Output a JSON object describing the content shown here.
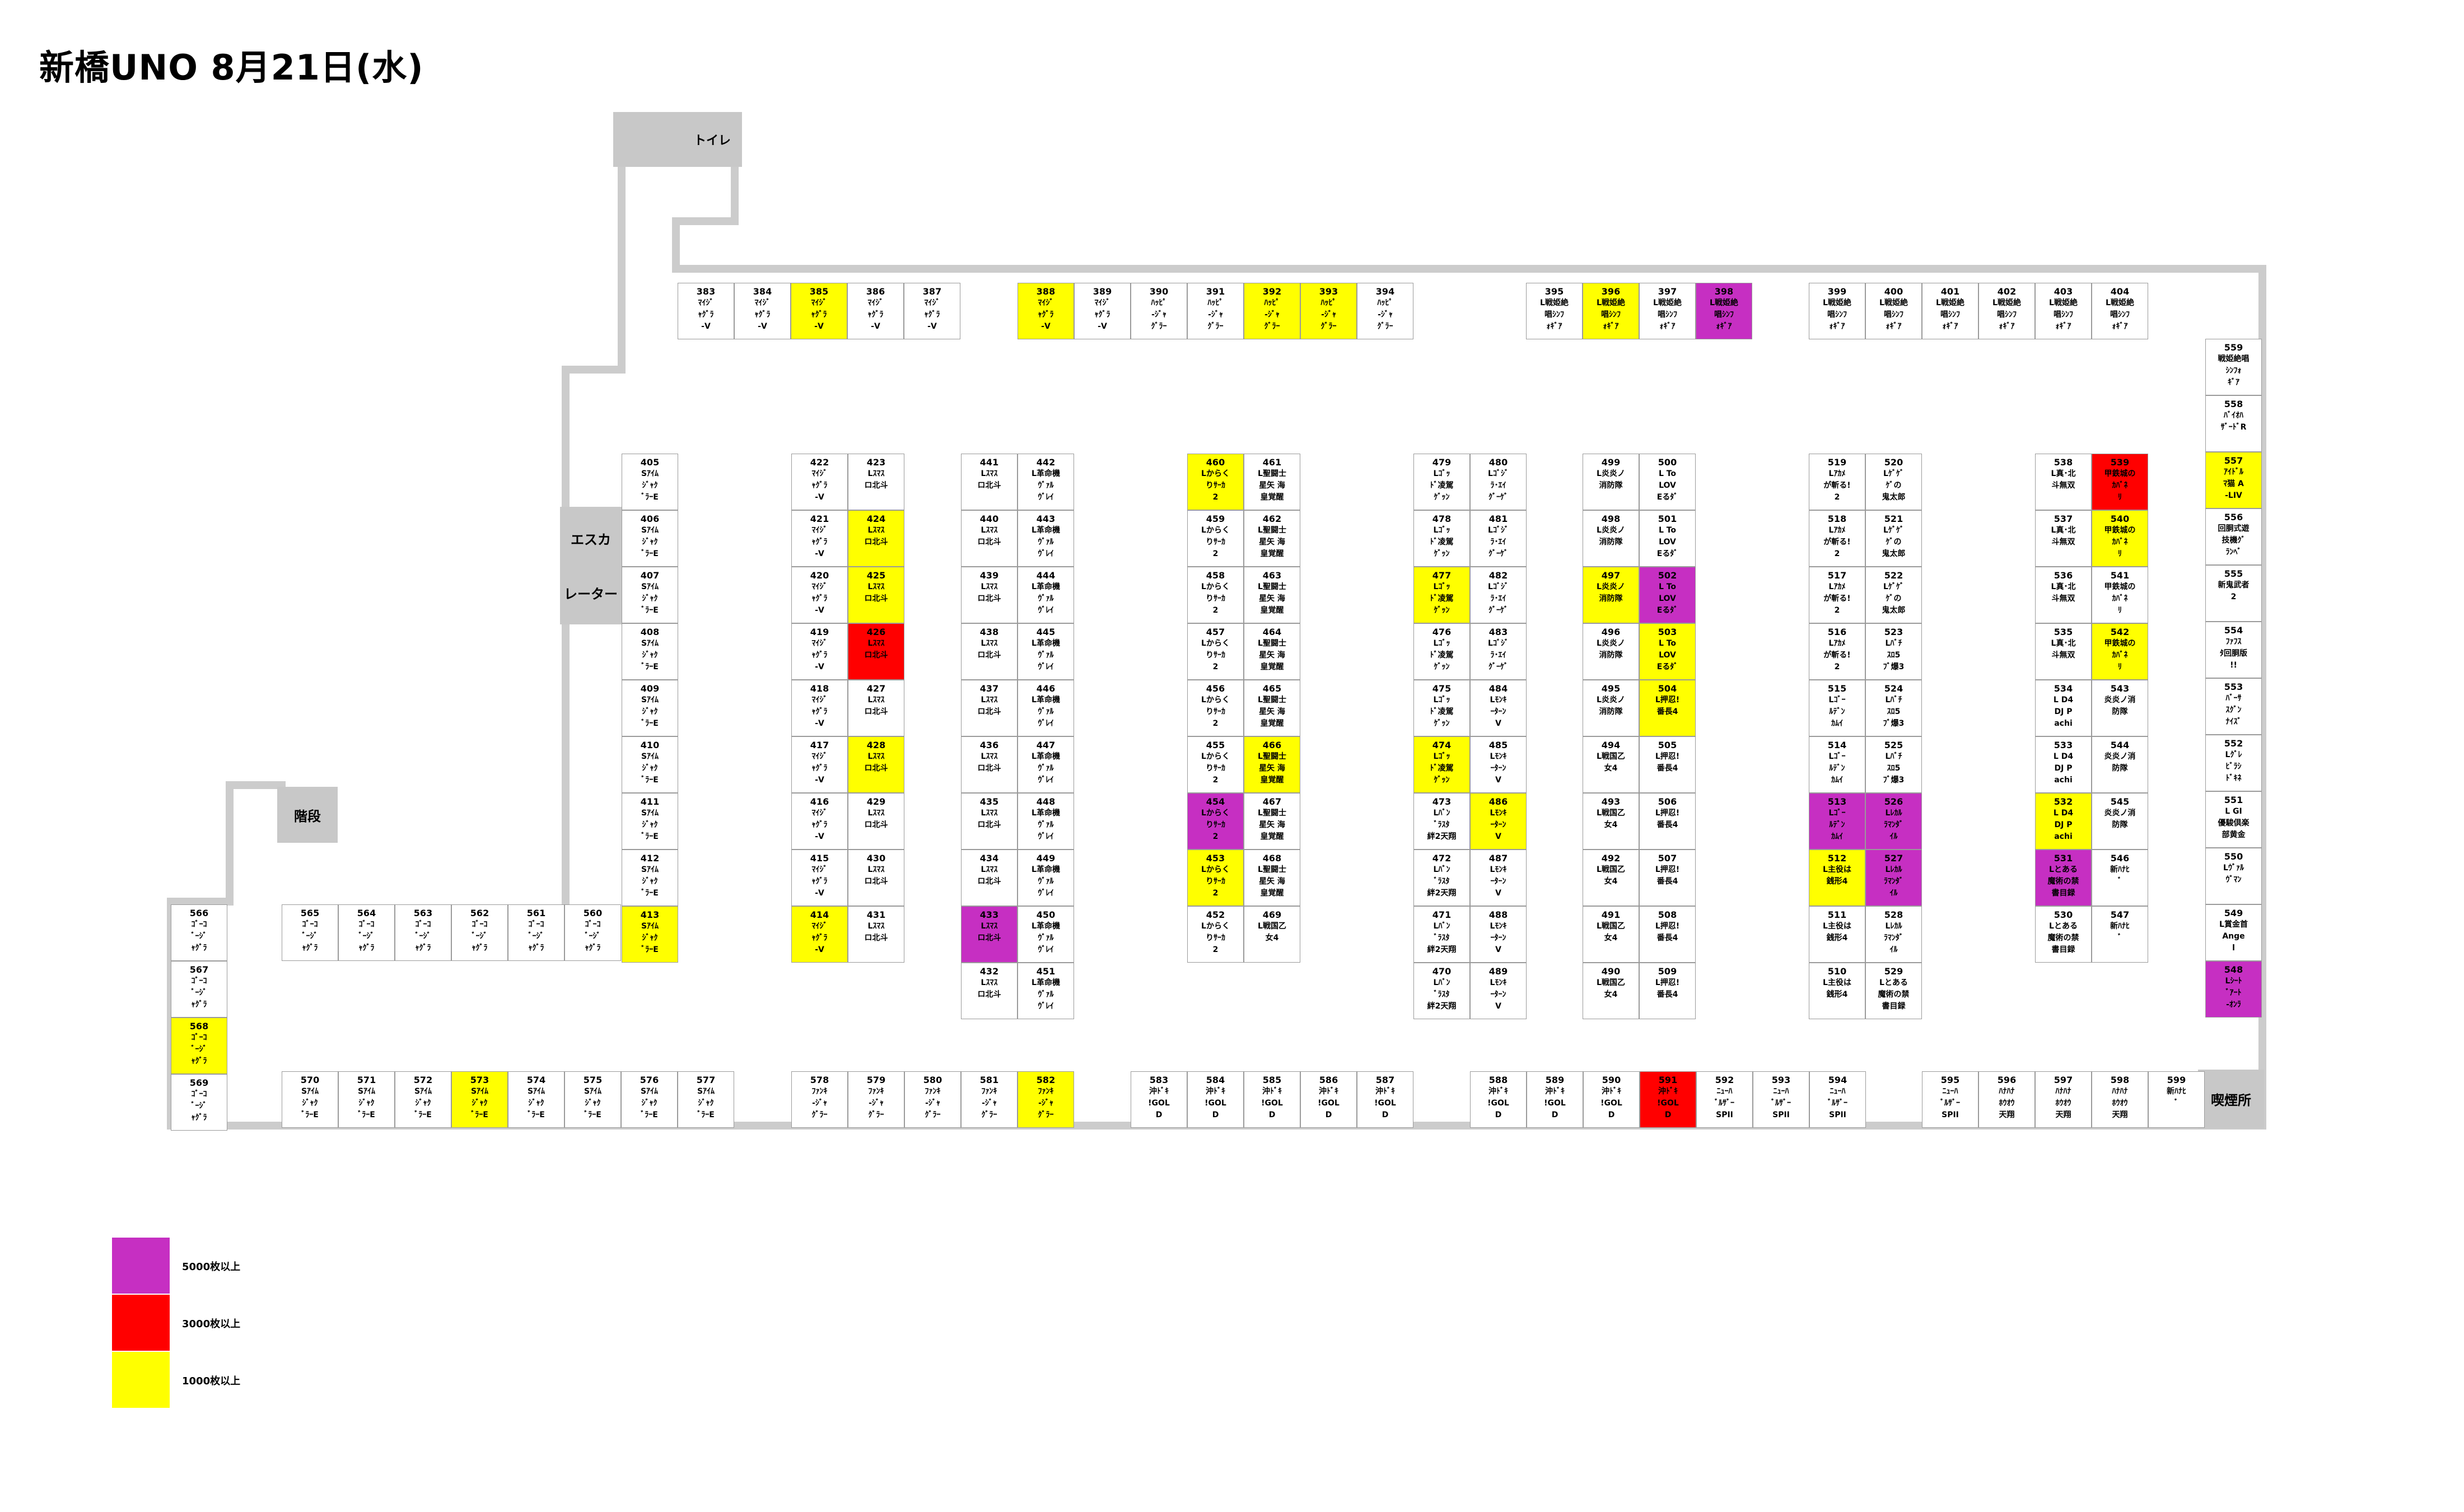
{
  "title": "新橋UNO 8月21日(水)",
  "colors": {
    "tier5000": "#c62fc2",
    "tier3000": "#ff0000",
    "tier1000": "#ffff00",
    "none": "#ffffff"
  },
  "labels": {
    "toilet": "トイレ",
    "esca1": "エスカ",
    "esca2": "レーター",
    "stairs": "階段",
    "smoking": "喫煙所"
  },
  "legend": [
    {
      "tier": "tier5000",
      "label": "5000枚以上"
    },
    {
      "tier": "tier3000",
      "label": "3000枚以上"
    },
    {
      "tier": "tier1000",
      "label": "1000枚以上"
    }
  ],
  "machines": [
    {
      "n": "383",
      "t": "ﾏｲｼﾞ\nｬｸﾞﾗ\n-V",
      "tier": "none"
    },
    {
      "n": "384",
      "t": "ﾏｲｼﾞ\nｬｸﾞﾗ\n-V",
      "tier": "none"
    },
    {
      "n": "385",
      "t": "ﾏｲｼﾞ\nｬｸﾞﾗ\n-V",
      "tier": "tier1000"
    },
    {
      "n": "386",
      "t": "ﾏｲｼﾞ\nｬｸﾞﾗ\n-V",
      "tier": "none"
    },
    {
      "n": "387",
      "t": "ﾏｲｼﾞ\nｬｸﾞﾗ\n-V",
      "tier": "none"
    },
    {
      "n": "388",
      "t": "ﾏｲｼﾞ\nｬｸﾞﾗ\n-V",
      "tier": "tier1000"
    },
    {
      "n": "389",
      "t": "ﾏｲｼﾞ\nｬｸﾞﾗ\n-V",
      "tier": "none"
    },
    {
      "n": "390",
      "t": "ﾊｯﾋﾟ\n-ｼﾞｬ\nｸﾞﾗｰ",
      "tier": "none"
    },
    {
      "n": "391",
      "t": "ﾊｯﾋﾟ\n-ｼﾞｬ\nｸﾞﾗｰ",
      "tier": "none"
    },
    {
      "n": "392",
      "t": "ﾊｯﾋﾟ\n-ｼﾞｬ\nｸﾞﾗｰ",
      "tier": "tier1000"
    },
    {
      "n": "393",
      "t": "ﾊｯﾋﾟ\n-ｼﾞｬ\nｸﾞﾗｰ",
      "tier": "tier1000"
    },
    {
      "n": "394",
      "t": "ﾊｯﾋﾟ\n-ｼﾞｬ\nｸﾞﾗｰ",
      "tier": "none"
    },
    {
      "n": "395",
      "t": "L戦姫絶\n唱ｼﾝﾌ\nｫｷﾞｱ",
      "tier": "none"
    },
    {
      "n": "396",
      "t": "L戦姫絶\n唱ｼﾝﾌ\nｫｷﾞｱ",
      "tier": "tier1000"
    },
    {
      "n": "397",
      "t": "L戦姫絶\n唱ｼﾝﾌ\nｫｷﾞｱ",
      "tier": "none"
    },
    {
      "n": "398",
      "t": "L戦姫絶\n唱ｼﾝﾌ\nｫｷﾞｱ",
      "tier": "tier5000"
    },
    {
      "n": "399",
      "t": "L戦姫絶\n唱ｼﾝﾌ\nｫｷﾞｱ",
      "tier": "none"
    },
    {
      "n": "400",
      "t": "L戦姫絶\n唱ｼﾝﾌ\nｫｷﾞｱ",
      "tier": "none"
    },
    {
      "n": "401",
      "t": "L戦姫絶\n唱ｼﾝﾌ\nｫｷﾞｱ",
      "tier": "none"
    },
    {
      "n": "402",
      "t": "L戦姫絶\n唱ｼﾝﾌ\nｫｷﾞｱ",
      "tier": "none"
    },
    {
      "n": "403",
      "t": "L戦姫絶\n唱ｼﾝﾌ\nｫｷﾞｱ",
      "tier": "none"
    },
    {
      "n": "404",
      "t": "L戦姫絶\n唱ｼﾝﾌ\nｫｷﾞｱ",
      "tier": "none"
    },
    {
      "n": "405",
      "t": "Sｱｲﾑ\nｼﾞｬｸ\nﾞﾗｰE",
      "tier": "none"
    },
    {
      "n": "406",
      "t": "Sｱｲﾑ\nｼﾞｬｸ\nﾞﾗｰE",
      "tier": "none"
    },
    {
      "n": "407",
      "t": "Sｱｲﾑ\nｼﾞｬｸ\nﾞﾗｰE",
      "tier": "none"
    },
    {
      "n": "408",
      "t": "Sｱｲﾑ\nｼﾞｬｸ\nﾞﾗｰE",
      "tier": "none"
    },
    {
      "n": "409",
      "t": "Sｱｲﾑ\nｼﾞｬｸ\nﾞﾗｰE",
      "tier": "none"
    },
    {
      "n": "410",
      "t": "Sｱｲﾑ\nｼﾞｬｸ\nﾞﾗｰE",
      "tier": "none"
    },
    {
      "n": "411",
      "t": "Sｱｲﾑ\nｼﾞｬｸ\nﾞﾗｰE",
      "tier": "none"
    },
    {
      "n": "412",
      "t": "Sｱｲﾑ\nｼﾞｬｸ\nﾞﾗｰE",
      "tier": "none"
    },
    {
      "n": "413",
      "t": "Sｱｲﾑ\nｼﾞｬｸ\nﾞﾗｰE",
      "tier": "tier1000"
    },
    {
      "n": "422",
      "t": "ﾏｲｼﾞ\nｬｸﾞﾗ\n-V",
      "tier": "none"
    },
    {
      "n": "421",
      "t": "ﾏｲｼﾞ\nｬｸﾞﾗ\n-V",
      "tier": "none"
    },
    {
      "n": "420",
      "t": "ﾏｲｼﾞ\nｬｸﾞﾗ\n-V",
      "tier": "none"
    },
    {
      "n": "419",
      "t": "ﾏｲｼﾞ\nｬｸﾞﾗ\n-V",
      "tier": "none"
    },
    {
      "n": "418",
      "t": "ﾏｲｼﾞ\nｬｸﾞﾗ\n-V",
      "tier": "none"
    },
    {
      "n": "417",
      "t": "ﾏｲｼﾞ\nｬｸﾞﾗ\n-V",
      "tier": "none"
    },
    {
      "n": "416",
      "t": "ﾏｲｼﾞ\nｬｸﾞﾗ\n-V",
      "tier": "none"
    },
    {
      "n": "415",
      "t": "ﾏｲｼﾞ\nｬｸﾞﾗ\n-V",
      "tier": "none"
    },
    {
      "n": "414",
      "t": "ﾏｲｼﾞ\nｬｸﾞﾗ\n-V",
      "tier": "tier1000"
    },
    {
      "n": "423",
      "t": "Lｽﾏｽ\nロ北斗",
      "tier": "none"
    },
    {
      "n": "424",
      "t": "Lｽﾏｽ\nロ北斗",
      "tier": "tier1000"
    },
    {
      "n": "425",
      "t": "Lｽﾏｽ\nロ北斗",
      "tier": "tier1000"
    },
    {
      "n": "426",
      "t": "Lｽﾏｽ\nロ北斗",
      "tier": "tier3000"
    },
    {
      "n": "427",
      "t": "Lｽﾏｽ\nロ北斗",
      "tier": "none"
    },
    {
      "n": "428",
      "t": "Lｽﾏｽ\nロ北斗",
      "tier": "tier1000"
    },
    {
      "n": "429",
      "t": "Lｽﾏｽ\nロ北斗",
      "tier": "none"
    },
    {
      "n": "430",
      "t": "Lｽﾏｽ\nロ北斗",
      "tier": "none"
    },
    {
      "n": "431",
      "t": "Lｽﾏｽ\nロ北斗",
      "tier": "none"
    },
    {
      "n": "441",
      "t": "Lｽﾏｽ\nロ北斗",
      "tier": "none"
    },
    {
      "n": "440",
      "t": "Lｽﾏｽ\nロ北斗",
      "tier": "none"
    },
    {
      "n": "439",
      "t": "Lｽﾏｽ\nロ北斗",
      "tier": "none"
    },
    {
      "n": "438",
      "t": "Lｽﾏｽ\nロ北斗",
      "tier": "none"
    },
    {
      "n": "437",
      "t": "Lｽﾏｽ\nロ北斗",
      "tier": "none"
    },
    {
      "n": "436",
      "t": "Lｽﾏｽ\nロ北斗",
      "tier": "none"
    },
    {
      "n": "435",
      "t": "Lｽﾏｽ\nロ北斗",
      "tier": "none"
    },
    {
      "n": "434",
      "t": "Lｽﾏｽ\nロ北斗",
      "tier": "none"
    },
    {
      "n": "433",
      "t": "Lｽﾏｽ\nロ北斗",
      "tier": "tier5000"
    },
    {
      "n": "432",
      "t": "Lｽﾏｽ\nロ北斗",
      "tier": "none"
    },
    {
      "n": "442",
      "t": "L革命機\nｳﾞｧﾙ\nｳﾞﾚｲ",
      "tier": "none"
    },
    {
      "n": "443",
      "t": "L革命機\nｳﾞｧﾙ\nｳﾞﾚｲ",
      "tier": "none"
    },
    {
      "n": "444",
      "t": "L革命機\nｳﾞｧﾙ\nｳﾞﾚｲ",
      "tier": "none"
    },
    {
      "n": "445",
      "t": "L革命機\nｳﾞｧﾙ\nｳﾞﾚｲ",
      "tier": "none"
    },
    {
      "n": "446",
      "t": "L革命機\nｳﾞｧﾙ\nｳﾞﾚｲ",
      "tier": "none"
    },
    {
      "n": "447",
      "t": "L革命機\nｳﾞｧﾙ\nｳﾞﾚｲ",
      "tier": "none"
    },
    {
      "n": "448",
      "t": "L革命機\nｳﾞｧﾙ\nｳﾞﾚｲ",
      "tier": "none"
    },
    {
      "n": "449",
      "t": "L革命機\nｳﾞｧﾙ\nｳﾞﾚｲ",
      "tier": "none"
    },
    {
      "n": "450",
      "t": "L革命機\nｳﾞｧﾙ\nｳﾞﾚｲ",
      "tier": "none"
    },
    {
      "n": "451",
      "t": "L革命機\nｳﾞｧﾙ\nｳﾞﾚｲ",
      "tier": "none"
    },
    {
      "n": "460",
      "t": "Lからく\nりｻｰｶ\n2",
      "tier": "tier1000"
    },
    {
      "n": "459",
      "t": "Lからく\nりｻｰｶ\n2",
      "tier": "none"
    },
    {
      "n": "458",
      "t": "Lからく\nりｻｰｶ\n2",
      "tier": "none"
    },
    {
      "n": "457",
      "t": "Lからく\nりｻｰｶ\n2",
      "tier": "none"
    },
    {
      "n": "456",
      "t": "Lからく\nりｻｰｶ\n2",
      "tier": "none"
    },
    {
      "n": "455",
      "t": "Lからく\nりｻｰｶ\n2",
      "tier": "none"
    },
    {
      "n": "454",
      "t": "Lからく\nりｻｰｶ\n2",
      "tier": "tier5000"
    },
    {
      "n": "453",
      "t": "Lからく\nりｻｰｶ\n2",
      "tier": "tier1000"
    },
    {
      "n": "452",
      "t": "Lからく\nりｻｰｶ\n2",
      "tier": "none"
    },
    {
      "n": "461",
      "t": "L聖闘士\n星矢 海\n皇覚醒",
      "tier": "none"
    },
    {
      "n": "462",
      "t": "L聖闘士\n星矢 海\n皇覚醒",
      "tier": "none"
    },
    {
      "n": "463",
      "t": "L聖闘士\n星矢 海\n皇覚醒",
      "tier": "none"
    },
    {
      "n": "464",
      "t": "L聖闘士\n星矢 海\n皇覚醒",
      "tier": "none"
    },
    {
      "n": "465",
      "t": "L聖闘士\n星矢 海\n皇覚醒",
      "tier": "none"
    },
    {
      "n": "466",
      "t": "L聖闘士\n星矢 海\n皇覚醒",
      "tier": "tier1000"
    },
    {
      "n": "467",
      "t": "L聖闘士\n星矢 海\n皇覚醒",
      "tier": "none"
    },
    {
      "n": "468",
      "t": "L聖闘士\n星矢 海\n皇覚醒",
      "tier": "none"
    },
    {
      "n": "469",
      "t": "L戦国乙\n女4",
      "tier": "none"
    },
    {
      "n": "479",
      "t": "Lｺﾞｯ\nﾄﾞ凌駕\nｹﾞｯﾝ",
      "tier": "none"
    },
    {
      "n": "478",
      "t": "Lｺﾞｯ\nﾄﾞ凌駕\nｹﾞｯﾝ",
      "tier": "none"
    },
    {
      "n": "477",
      "t": "Lｺﾞｯ\nﾄﾞ凌駕\nｹﾞｯﾝ",
      "tier": "tier1000"
    },
    {
      "n": "476",
      "t": "Lｺﾞｯ\nﾄﾞ凌駕\nｹﾞｯﾝ",
      "tier": "none"
    },
    {
      "n": "475",
      "t": "Lｺﾞｯ\nﾄﾞ凌駕\nｹﾞｯﾝ",
      "tier": "none"
    },
    {
      "n": "474",
      "t": "Lｺﾞｯ\nﾄﾞ凌駕\nｹﾞｯﾝ",
      "tier": "tier1000"
    },
    {
      "n": "473",
      "t": "Lﾊﾞﾝ\nﾞﾗｽﾀ\n絆2天翔",
      "tier": "none"
    },
    {
      "n": "472",
      "t": "Lﾊﾞﾝ\nﾞﾗｽﾀ\n絆2天翔",
      "tier": "none"
    },
    {
      "n": "471",
      "t": "Lﾊﾞﾝ\nﾞﾗｽﾀ\n絆2天翔",
      "tier": "none"
    },
    {
      "n": "470",
      "t": "Lﾊﾞﾝ\nﾞﾗｽﾀ\n絆2天翔",
      "tier": "none"
    },
    {
      "n": "480",
      "t": "Lｺﾞｼﾞ\nﾗ･ｴｲ\nｸﾞｰｹﾞ",
      "tier": "none"
    },
    {
      "n": "481",
      "t": "Lｺﾞｼﾞ\nﾗ･ｴｲ\nｸﾞｰｹﾞ",
      "tier": "none"
    },
    {
      "n": "482",
      "t": "Lｺﾞｼﾞ\nﾗ･ｴｲ\nｸﾞｰｹﾞ",
      "tier": "none"
    },
    {
      "n": "483",
      "t": "Lｺﾞｼﾞ\nﾗ･ｴｲ\nｸﾞｰｹﾞ",
      "tier": "none"
    },
    {
      "n": "484",
      "t": "Lﾓﾝｷ\nｰﾀｰﾝ\nV",
      "tier": "none"
    },
    {
      "n": "485",
      "t": "Lﾓﾝｷ\nｰﾀｰﾝ\nV",
      "tier": "none"
    },
    {
      "n": "486",
      "t": "Lﾓﾝｷ\nｰﾀｰﾝ\nV",
      "tier": "tier1000"
    },
    {
      "n": "487",
      "t": "Lﾓﾝｷ\nｰﾀｰﾝ\nV",
      "tier": "none"
    },
    {
      "n": "488",
      "t": "Lﾓﾝｷ\nｰﾀｰﾝ\nV",
      "tier": "none"
    },
    {
      "n": "489",
      "t": "Lﾓﾝｷ\nｰﾀｰﾝ\nV",
      "tier": "none"
    },
    {
      "n": "499",
      "t": "L炎炎ノ\n消防隊",
      "tier": "none"
    },
    {
      "n": "498",
      "t": "L炎炎ノ\n消防隊",
      "tier": "none"
    },
    {
      "n": "497",
      "t": "L炎炎ノ\n消防隊",
      "tier": "tier1000"
    },
    {
      "n": "496",
      "t": "L炎炎ノ\n消防隊",
      "tier": "none"
    },
    {
      "n": "495",
      "t": "L炎炎ノ\n消防隊",
      "tier": "none"
    },
    {
      "n": "494",
      "t": "L戦国乙\n女4",
      "tier": "none"
    },
    {
      "n": "493",
      "t": "L戦国乙\n女4",
      "tier": "none"
    },
    {
      "n": "492",
      "t": "L戦国乙\n女4",
      "tier": "none"
    },
    {
      "n": "491",
      "t": "L戦国乙\n女4",
      "tier": "none"
    },
    {
      "n": "490",
      "t": "L戦国乙\n女4",
      "tier": "none"
    },
    {
      "n": "500",
      "t": "L To\nLOV\nEるﾀﾞ",
      "tier": "none"
    },
    {
      "n": "501",
      "t": "L To\nLOV\nEるﾀﾞ",
      "tier": "none"
    },
    {
      "n": "502",
      "t": "L To\nLOV\nEるﾀﾞ",
      "tier": "tier5000"
    },
    {
      "n": "503",
      "t": "L To\nLOV\nEるﾀﾞ",
      "tier": "tier1000"
    },
    {
      "n": "504",
      "t": "L押忍!\n番長4",
      "tier": "tier1000"
    },
    {
      "n": "505",
      "t": "L押忍!\n番長4",
      "tier": "none"
    },
    {
      "n": "506",
      "t": "L押忍!\n番長4",
      "tier": "none"
    },
    {
      "n": "507",
      "t": "L押忍!\n番長4",
      "tier": "none"
    },
    {
      "n": "508",
      "t": "L押忍!\n番長4",
      "tier": "none"
    },
    {
      "n": "509",
      "t": "L押忍!\n番長4",
      "tier": "none"
    },
    {
      "n": "519",
      "t": "Lｱｶﾒ\nが斬る!\n2",
      "tier": "none"
    },
    {
      "n": "518",
      "t": "Lｱｶﾒ\nが斬る!\n2",
      "tier": "none"
    },
    {
      "n": "517",
      "t": "Lｱｶﾒ\nが斬る!\n2",
      "tier": "none"
    },
    {
      "n": "516",
      "t": "Lｱｶﾒ\nが斬る!\n2",
      "tier": "none"
    },
    {
      "n": "515",
      "t": "Lｺﾞｰ\nﾙﾃﾞﾝ\nｶﾑｲ",
      "tier": "none"
    },
    {
      "n": "514",
      "t": "Lｺﾞｰ\nﾙﾃﾞﾝ\nｶﾑｲ",
      "tier": "none"
    },
    {
      "n": "513",
      "t": "Lｺﾞｰ\nﾙﾃﾞﾝ\nｶﾑｲ",
      "tier": "tier5000"
    },
    {
      "n": "512",
      "t": "L主役は\n銭形4",
      "tier": "tier1000"
    },
    {
      "n": "511",
      "t": "L主役は\n銭形4",
      "tier": "none"
    },
    {
      "n": "510",
      "t": "L主役は\n銭形4",
      "tier": "none"
    },
    {
      "n": "520",
      "t": "Lｹﾞｹﾞ\nｹﾞの\n鬼太郎",
      "tier": "none"
    },
    {
      "n": "521",
      "t": "Lｹﾞｹﾞ\nｹﾞの\n鬼太郎",
      "tier": "none"
    },
    {
      "n": "522",
      "t": "Lｹﾞｹﾞ\nｹﾞの\n鬼太郎",
      "tier": "none"
    },
    {
      "n": "523",
      "t": "Lﾊﾞﾁ\nｽﾛ5\nﾌﾞ爆3",
      "tier": "none"
    },
    {
      "n": "524",
      "t": "Lﾊﾞﾁ\nｽﾛ5\nﾌﾞ爆3",
      "tier": "none"
    },
    {
      "n": "525",
      "t": "Lﾊﾞﾁ\nｽﾛ5\nﾌﾞ爆3",
      "tier": "none"
    },
    {
      "n": "526",
      "t": "Lﾚｶﾙ\nﾗﾏﾝﾀﾞ\nｲﾙ",
      "tier": "tier5000"
    },
    {
      "n": "527",
      "t": "Lﾚｶﾙ\nﾗﾏﾝﾀﾞ\nｲﾙ",
      "tier": "tier5000"
    },
    {
      "n": "528",
      "t": "Lﾚｶﾙ\nﾗﾏﾝﾀﾞ\nｲﾙ",
      "tier": "none"
    },
    {
      "n": "529",
      "t": "Lとある\n魔術の禁\n書目録",
      "tier": "none"
    },
    {
      "n": "538",
      "t": "L真･北\n斗無双",
      "tier": "none"
    },
    {
      "n": "537",
      "t": "L真･北\n斗無双",
      "tier": "none"
    },
    {
      "n": "536",
      "t": "L真･北\n斗無双",
      "tier": "none"
    },
    {
      "n": "535",
      "t": "L真･北\n斗無双",
      "tier": "none"
    },
    {
      "n": "534",
      "t": "L D4\nDJ P\nachi",
      "tier": "none"
    },
    {
      "n": "533",
      "t": "L D4\nDJ P\nachi",
      "tier": "none"
    },
    {
      "n": "532",
      "t": "L D4\nDJ P\nachi",
      "tier": "tier1000"
    },
    {
      "n": "531",
      "t": "Lとある\n魔術の禁\n書目録",
      "tier": "tier5000"
    },
    {
      "n": "530",
      "t": "Lとある\n魔術の禁\n書目録",
      "tier": "none"
    },
    {
      "n": "539",
      "t": "甲鉄城の\nｶﾊﾞﾈ\nﾘ",
      "tier": "tier3000"
    },
    {
      "n": "540",
      "t": "甲鉄城の\nｶﾊﾞﾈ\nﾘ",
      "tier": "tier1000"
    },
    {
      "n": "541",
      "t": "甲鉄城の\nｶﾊﾞﾈ\nﾘ",
      "tier": "none"
    },
    {
      "n": "542",
      "t": "甲鉄城の\nｶﾊﾞﾈ\nﾘ",
      "tier": "tier1000"
    },
    {
      "n": "543",
      "t": "炎炎ノ消\n防隊",
      "tier": "none"
    },
    {
      "n": "544",
      "t": "炎炎ノ消\n防隊",
      "tier": "none"
    },
    {
      "n": "545",
      "t": "炎炎ノ消\n防隊",
      "tier": "none"
    },
    {
      "n": "546",
      "t": "新ﾊﾅﾋ\nﾞ",
      "tier": "none"
    },
    {
      "n": "547",
      "t": "新ﾊﾅﾋ\nﾞ",
      "tier": "none"
    },
    {
      "n": "559",
      "t": "戦姫絶唱\nｼﾝﾌｫ\nｷﾞｱ",
      "tier": "none"
    },
    {
      "n": "558",
      "t": "ﾊﾞｲｵﾊ\nｻﾞｰﾄﾞR",
      "tier": "none"
    },
    {
      "n": "557",
      "t": "ｱｲﾄﾞﾙ\nﾏ猫 A\n-LIV",
      "tier": "tier1000"
    },
    {
      "n": "556",
      "t": "回胴式遊\n技機ｸﾞ\nﾗﾝﾍﾞ",
      "tier": "none"
    },
    {
      "n": "555",
      "t": "新鬼武者\n2",
      "tier": "none"
    },
    {
      "n": "554",
      "t": "ﾌｧﾌｽ\nﾀ回胴版\n!!",
      "tier": "none"
    },
    {
      "n": "553",
      "t": "ﾊﾞｰｻ\nｽｸﾞﾝ\nﾅｲｽﾞ",
      "tier": "none"
    },
    {
      "n": "552",
      "t": "Lｸﾞﾚ\nﾋﾞﾗｼ\nﾄﾞｷﾈ",
      "tier": "none"
    },
    {
      "n": "551",
      "t": "L GI\n優駿倶楽\n部黄金",
      "tier": "none"
    },
    {
      "n": "550",
      "t": "Lｳﾞｧﾙ\nｳﾞﾏﾝ",
      "tier": "none"
    },
    {
      "n": "549",
      "t": "L賞金首\nAnge\nl",
      "tier": "none"
    },
    {
      "n": "548",
      "t": "Lｼｰﾄ\nﾞｱｰﾄ\n-ｵﾝﾗ",
      "tier": "tier5000"
    },
    {
      "n": "566",
      "t": "ｺﾞｰｺ\nﾞｰｼﾞ\nｬｸﾞﾗ",
      "tier": "none"
    },
    {
      "n": "567",
      "t": "ｺﾞｰｺ\nﾞｰｼﾞ\nｬｸﾞﾗ",
      "tier": "none"
    },
    {
      "n": "568",
      "t": "ｺﾞｰｺ\nﾞｰｼﾞ\nｬｸﾞﾗ",
      "tier": "tier1000"
    },
    {
      "n": "569",
      "t": "ｺﾞｰｺ\nﾞｰｼﾞ\nｬｸﾞﾗ",
      "tier": "none"
    },
    {
      "n": "565",
      "t": "ｺﾞｰｺ\nﾞｰｼﾞ\nｬｸﾞﾗ",
      "tier": "none"
    },
    {
      "n": "564",
      "t": "ｺﾞｰｺ\nﾞｰｼﾞ\nｬｸﾞﾗ",
      "tier": "none"
    },
    {
      "n": "563",
      "t": "ｺﾞｰｺ\nﾞｰｼﾞ\nｬｸﾞﾗ",
      "tier": "none"
    },
    {
      "n": "562",
      "t": "ｺﾞｰｺ\nﾞｰｼﾞ\nｬｸﾞﾗ",
      "tier": "none"
    },
    {
      "n": "561",
      "t": "ｺﾞｰｺ\nﾞｰｼﾞ\nｬｸﾞﾗ",
      "tier": "none"
    },
    {
      "n": "560",
      "t": "ｺﾞｰｺ\nﾞｰｼﾞ\nｬｸﾞﾗ",
      "tier": "none"
    },
    {
      "n": "570",
      "t": "Sｱｲﾑ\nｼﾞｬｸ\nﾞﾗｰE",
      "tier": "none"
    },
    {
      "n": "571",
      "t": "Sｱｲﾑ\nｼﾞｬｸ\nﾞﾗｰE",
      "tier": "none"
    },
    {
      "n": "572",
      "t": "Sｱｲﾑ\nｼﾞｬｸ\nﾞﾗｰE",
      "tier": "none"
    },
    {
      "n": "573",
      "t": "Sｱｲﾑ\nｼﾞｬｸ\nﾞﾗｰE",
      "tier": "tier1000"
    },
    {
      "n": "574",
      "t": "Sｱｲﾑ\nｼﾞｬｸ\nﾞﾗｰE",
      "tier": "none"
    },
    {
      "n": "575",
      "t": "Sｱｲﾑ\nｼﾞｬｸ\nﾞﾗｰE",
      "tier": "none"
    },
    {
      "n": "576",
      "t": "Sｱｲﾑ\nｼﾞｬｸ\nﾞﾗｰE",
      "tier": "none"
    },
    {
      "n": "577",
      "t": "Sｱｲﾑ\nｼﾞｬｸ\nﾞﾗｰE",
      "tier": "none"
    },
    {
      "n": "578",
      "t": "ﾌｧﾝｷ\n-ｼﾞｬ\nｸﾞﾗｰ",
      "tier": "none"
    },
    {
      "n": "579",
      "t": "ﾌｧﾝｷ\n-ｼﾞｬ\nｸﾞﾗｰ",
      "tier": "none"
    },
    {
      "n": "580",
      "t": "ﾌｧﾝｷ\n-ｼﾞｬ\nｸﾞﾗｰ",
      "tier": "none"
    },
    {
      "n": "581",
      "t": "ﾌｧﾝｷ\n-ｼﾞｬ\nｸﾞﾗｰ",
      "tier": "none"
    },
    {
      "n": "582",
      "t": "ﾌｧﾝｷ\n-ｼﾞｬ\nｸﾞﾗｰ",
      "tier": "tier1000"
    },
    {
      "n": "583",
      "t": "沖ﾄﾞｷ\n!GOL\nD",
      "tier": "none"
    },
    {
      "n": "584",
      "t": "沖ﾄﾞｷ\n!GOL\nD",
      "tier": "none"
    },
    {
      "n": "585",
      "t": "沖ﾄﾞｷ\n!GOL\nD",
      "tier": "none"
    },
    {
      "n": "586",
      "t": "沖ﾄﾞｷ\n!GOL\nD",
      "tier": "none"
    },
    {
      "n": "587",
      "t": "沖ﾄﾞｷ\n!GOL\nD",
      "tier": "none"
    },
    {
      "n": "588",
      "t": "沖ﾄﾞｷ\n!GOL\nD",
      "tier": "none"
    },
    {
      "n": "589",
      "t": "沖ﾄﾞｷ\n!GOL\nD",
      "tier": "none"
    },
    {
      "n": "590",
      "t": "沖ﾄﾞｷ\n!GOL\nD",
      "tier": "none"
    },
    {
      "n": "591",
      "t": "沖ﾄﾞｷ\n!GOL\nD",
      "tier": "tier3000"
    },
    {
      "n": "592",
      "t": "ﾆｭｰﾊ\nﾞﾙｻﾞｰ\nSPII",
      "tier": "none"
    },
    {
      "n": "593",
      "t": "ﾆｭｰﾊ\nﾞﾙｻﾞｰ\nSPII",
      "tier": "none"
    },
    {
      "n": "594",
      "t": "ﾆｭｰﾊ\nﾞﾙｻﾞｰ\nSPII",
      "tier": "none"
    },
    {
      "n": "595",
      "t": "ﾆｭｰﾊ\nﾞﾙｻﾞｰ\nSPII",
      "tier": "none"
    },
    {
      "n": "596",
      "t": "ﾊﾅﾊﾅ\nﾎｳｵｳ\n天翔",
      "tier": "none"
    },
    {
      "n": "597",
      "t": "ﾊﾅﾊﾅ\nﾎｳｵｳ\n天翔",
      "tier": "none"
    },
    {
      "n": "598",
      "t": "ﾊﾅﾊﾅ\nﾎｳｵｳ\n天翔",
      "tier": "none"
    },
    {
      "n": "599",
      "t": "新ﾊﾅﾋ\nﾞ",
      "tier": "none"
    }
  ]
}
